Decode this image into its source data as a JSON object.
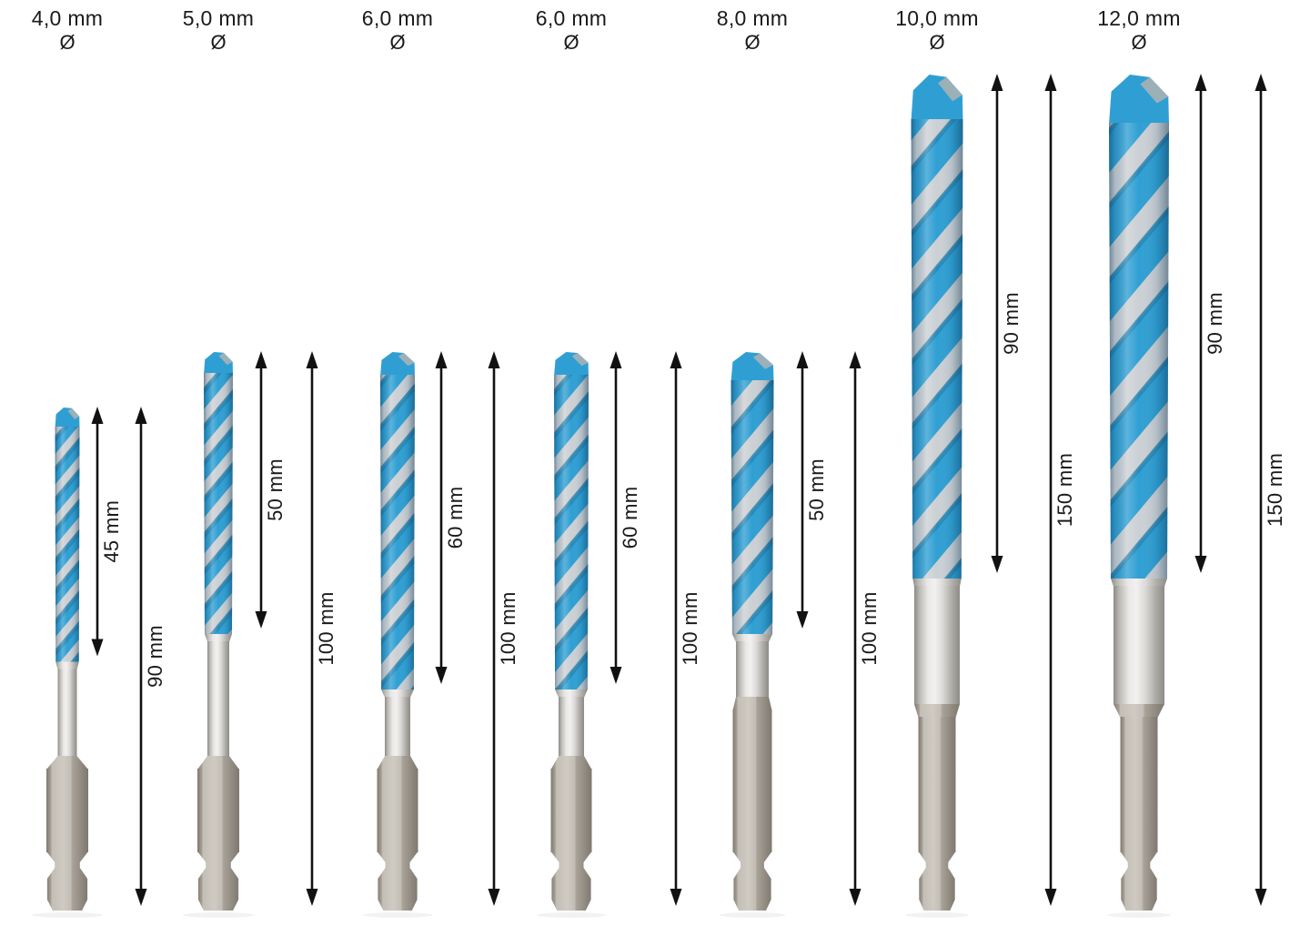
{
  "diagram": {
    "diameter_symbol": "Ø",
    "bits": [
      {
        "diameter_label": "4,0 mm",
        "diameter_mm": 4.0,
        "flute_label": "45 mm",
        "flute_mm": 45,
        "total_label": "90 mm",
        "total_mm": 90
      },
      {
        "diameter_label": "5,0 mm",
        "diameter_mm": 5.0,
        "flute_label": "50 mm",
        "flute_mm": 50,
        "total_label": "100 mm",
        "total_mm": 100
      },
      {
        "diameter_label": "6,0 mm",
        "diameter_mm": 6.0,
        "flute_label": "60 mm",
        "flute_mm": 60,
        "total_label": "100 mm",
        "total_mm": 100
      },
      {
        "diameter_label": "6,0 mm",
        "diameter_mm": 6.0,
        "flute_label": "60 mm",
        "flute_mm": 60,
        "total_label": "100 mm",
        "total_mm": 100
      },
      {
        "diameter_label": "8,0 mm",
        "diameter_mm": 8.0,
        "flute_label": "50 mm",
        "flute_mm": 50,
        "total_label": "100 mm",
        "total_mm": 100
      },
      {
        "diameter_label": "10,0 mm",
        "diameter_mm": 10.0,
        "flute_label": "90 mm",
        "flute_mm": 90,
        "total_label": "150 mm",
        "total_mm": 150
      },
      {
        "diameter_label": "12,0 mm",
        "diameter_mm": 12.0,
        "flute_label": "90 mm",
        "flute_mm": 90,
        "total_label": "150 mm",
        "total_mm": 150
      }
    ],
    "colors": {
      "background": "#FFFFFF",
      "flute_teal": "#2F9FD3",
      "flute_teal_dark": "#1274A4",
      "stripe_silver": "#CBD0D4",
      "tip_chamfer": "#A9B1B5",
      "metal_light": "#E9E8E6",
      "metal_mid": "#AFADA9",
      "metal_dark": "#8E8B86",
      "hex_light": "#CFCAC2",
      "hex_mid": "#A8A298",
      "hex_dark": "#7E7870",
      "arrow_color": "#111111",
      "text_color": "#1A1A1A"
    }
  }
}
